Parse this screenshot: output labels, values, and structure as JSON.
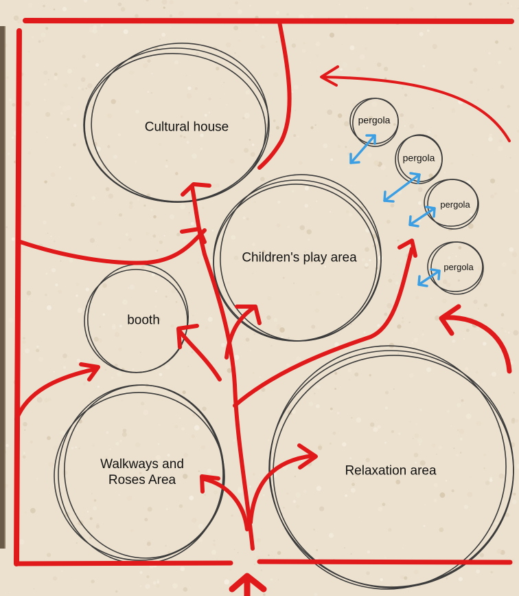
{
  "zones": {
    "cultural_house": "Cultural house",
    "childrens_play_area": "Children's play area",
    "booth": "booth",
    "walkways_line1": "Walkways and",
    "walkways_line2": "Roses Area",
    "relaxation_area": "Relaxation area"
  },
  "pergolas": [
    "pergola",
    "pergola",
    "pergola",
    "pergola"
  ],
  "colors": {
    "path_red": "#e0191b",
    "circle_outline": "#3a3a3a",
    "pergola_arrow": "#3d9fe3",
    "background": "#ece1cf"
  }
}
